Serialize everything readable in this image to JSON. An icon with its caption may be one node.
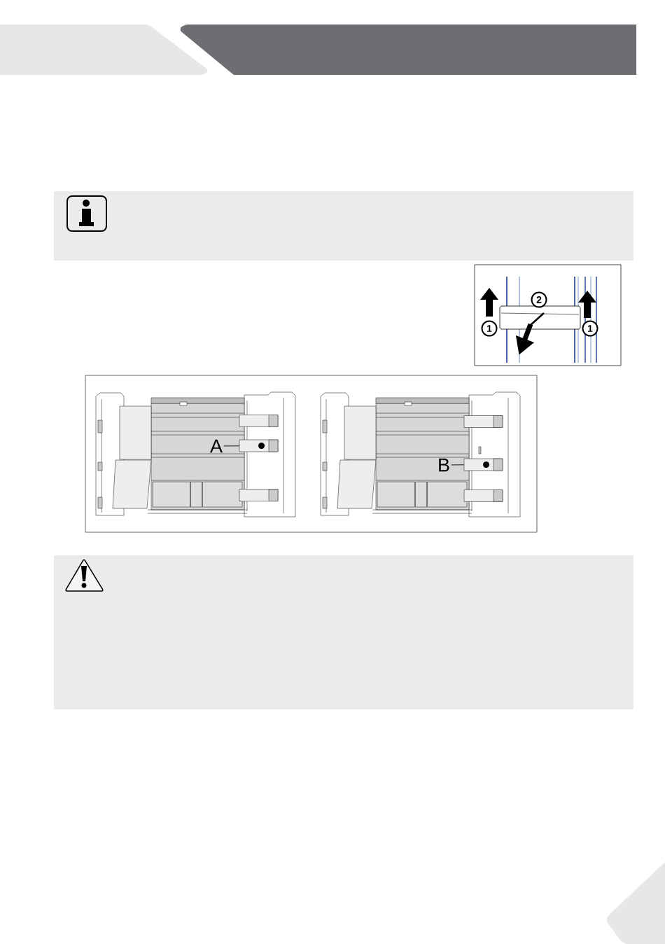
{
  "diagram": {
    "nodes": [
      {
        "text": [],
        "shape": "box"
      },
      {
        "text": [
          "A"
        ]
      },
      {
        "text": [],
        "shape": "box"
      },
      {
        "text": [],
        "shape": "box"
      },
      {
        "text": [],
        "shape": "box"
      },
      {
        "text": [
          "B"
        ]
      },
      {
        "text": [],
        "shape": "box"
      },
      {
        "text": [],
        "shape": "box"
      }
    ],
    "edges": [
      {
        "from": 1,
        "to": 2,
        "arrow": "none"
      },
      {
        "from": 5,
        "to": 6,
        "arrow": "none"
      }
    ],
    "labels": [
      "1",
      "2",
      "1"
    ]
  }
}
